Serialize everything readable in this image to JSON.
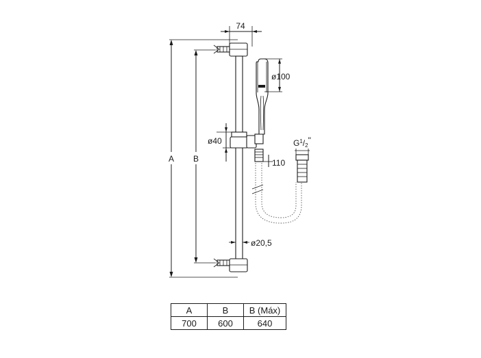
{
  "drawing": {
    "dims": {
      "width_74": "74",
      "head_dia": "ø100",
      "slider_dia": "ø40",
      "bar_dia": "ø20,5",
      "hose_len": "110",
      "thread_g": "G",
      "thread_sup": "1",
      "thread_frac": "/",
      "thread_sub": "2",
      "thread_quote": "\"",
      "label_a": "A",
      "label_b": "B"
    }
  },
  "table": {
    "headers": [
      "A",
      "B",
      "B (Máx)"
    ],
    "rows": [
      [
        "700",
        "600",
        "640"
      ]
    ]
  }
}
